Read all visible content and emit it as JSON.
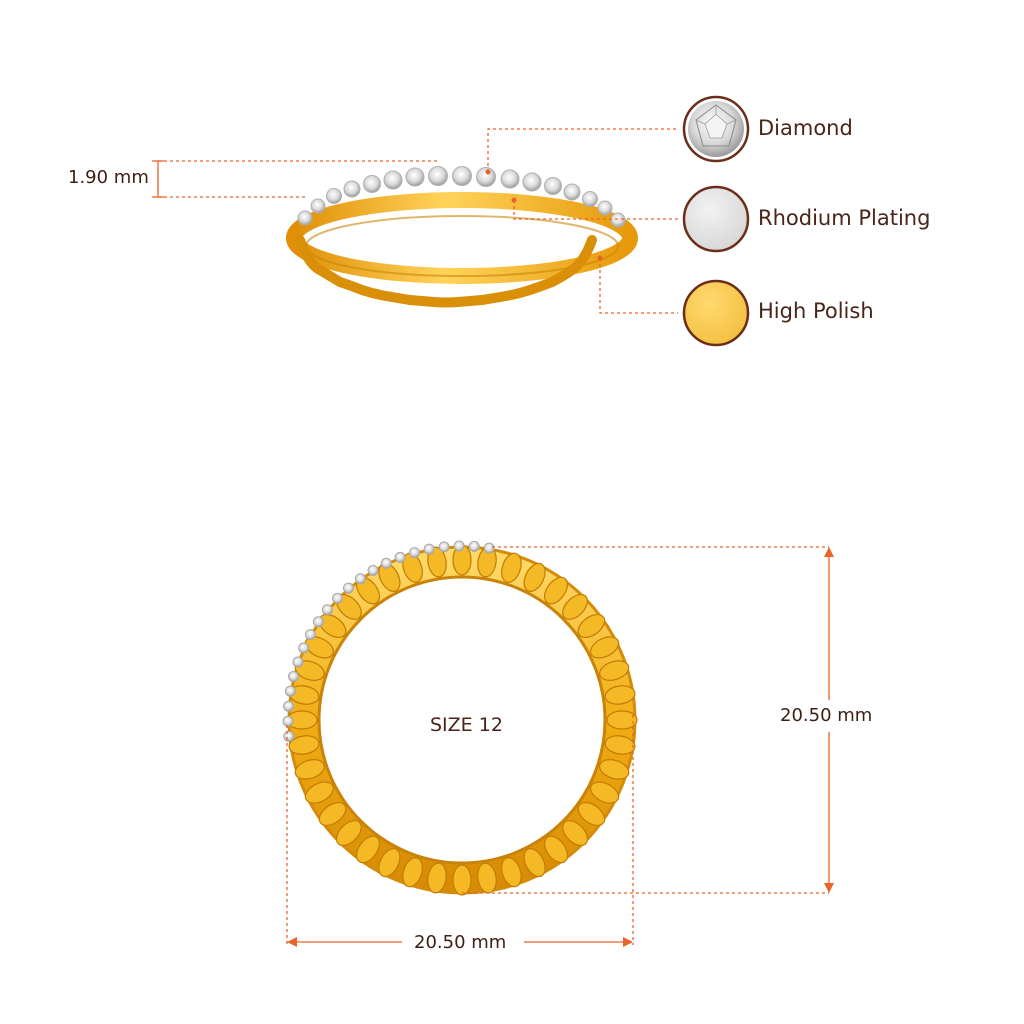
{
  "dimensions": {
    "height": "1.90 mm",
    "diameter_vertical": "20.50 mm",
    "diameter_horizontal": "20.50 mm"
  },
  "size_label": "SIZE 12",
  "legend": [
    {
      "name": "Diamond",
      "icon": "diamond-swatch-icon",
      "color": "#e8e8e8"
    },
    {
      "name": "Rhodium Plating",
      "icon": "rhodium-swatch-icon",
      "color": "#e3e3e3"
    },
    {
      "name": "High Polish",
      "icon": "gold-swatch-icon",
      "color": "#f7c94b"
    }
  ],
  "colors": {
    "dimension_line": "#e8632a",
    "swatch_border": "#6b2e1a",
    "gold": "#f2b21e",
    "text": "#4a2418"
  }
}
